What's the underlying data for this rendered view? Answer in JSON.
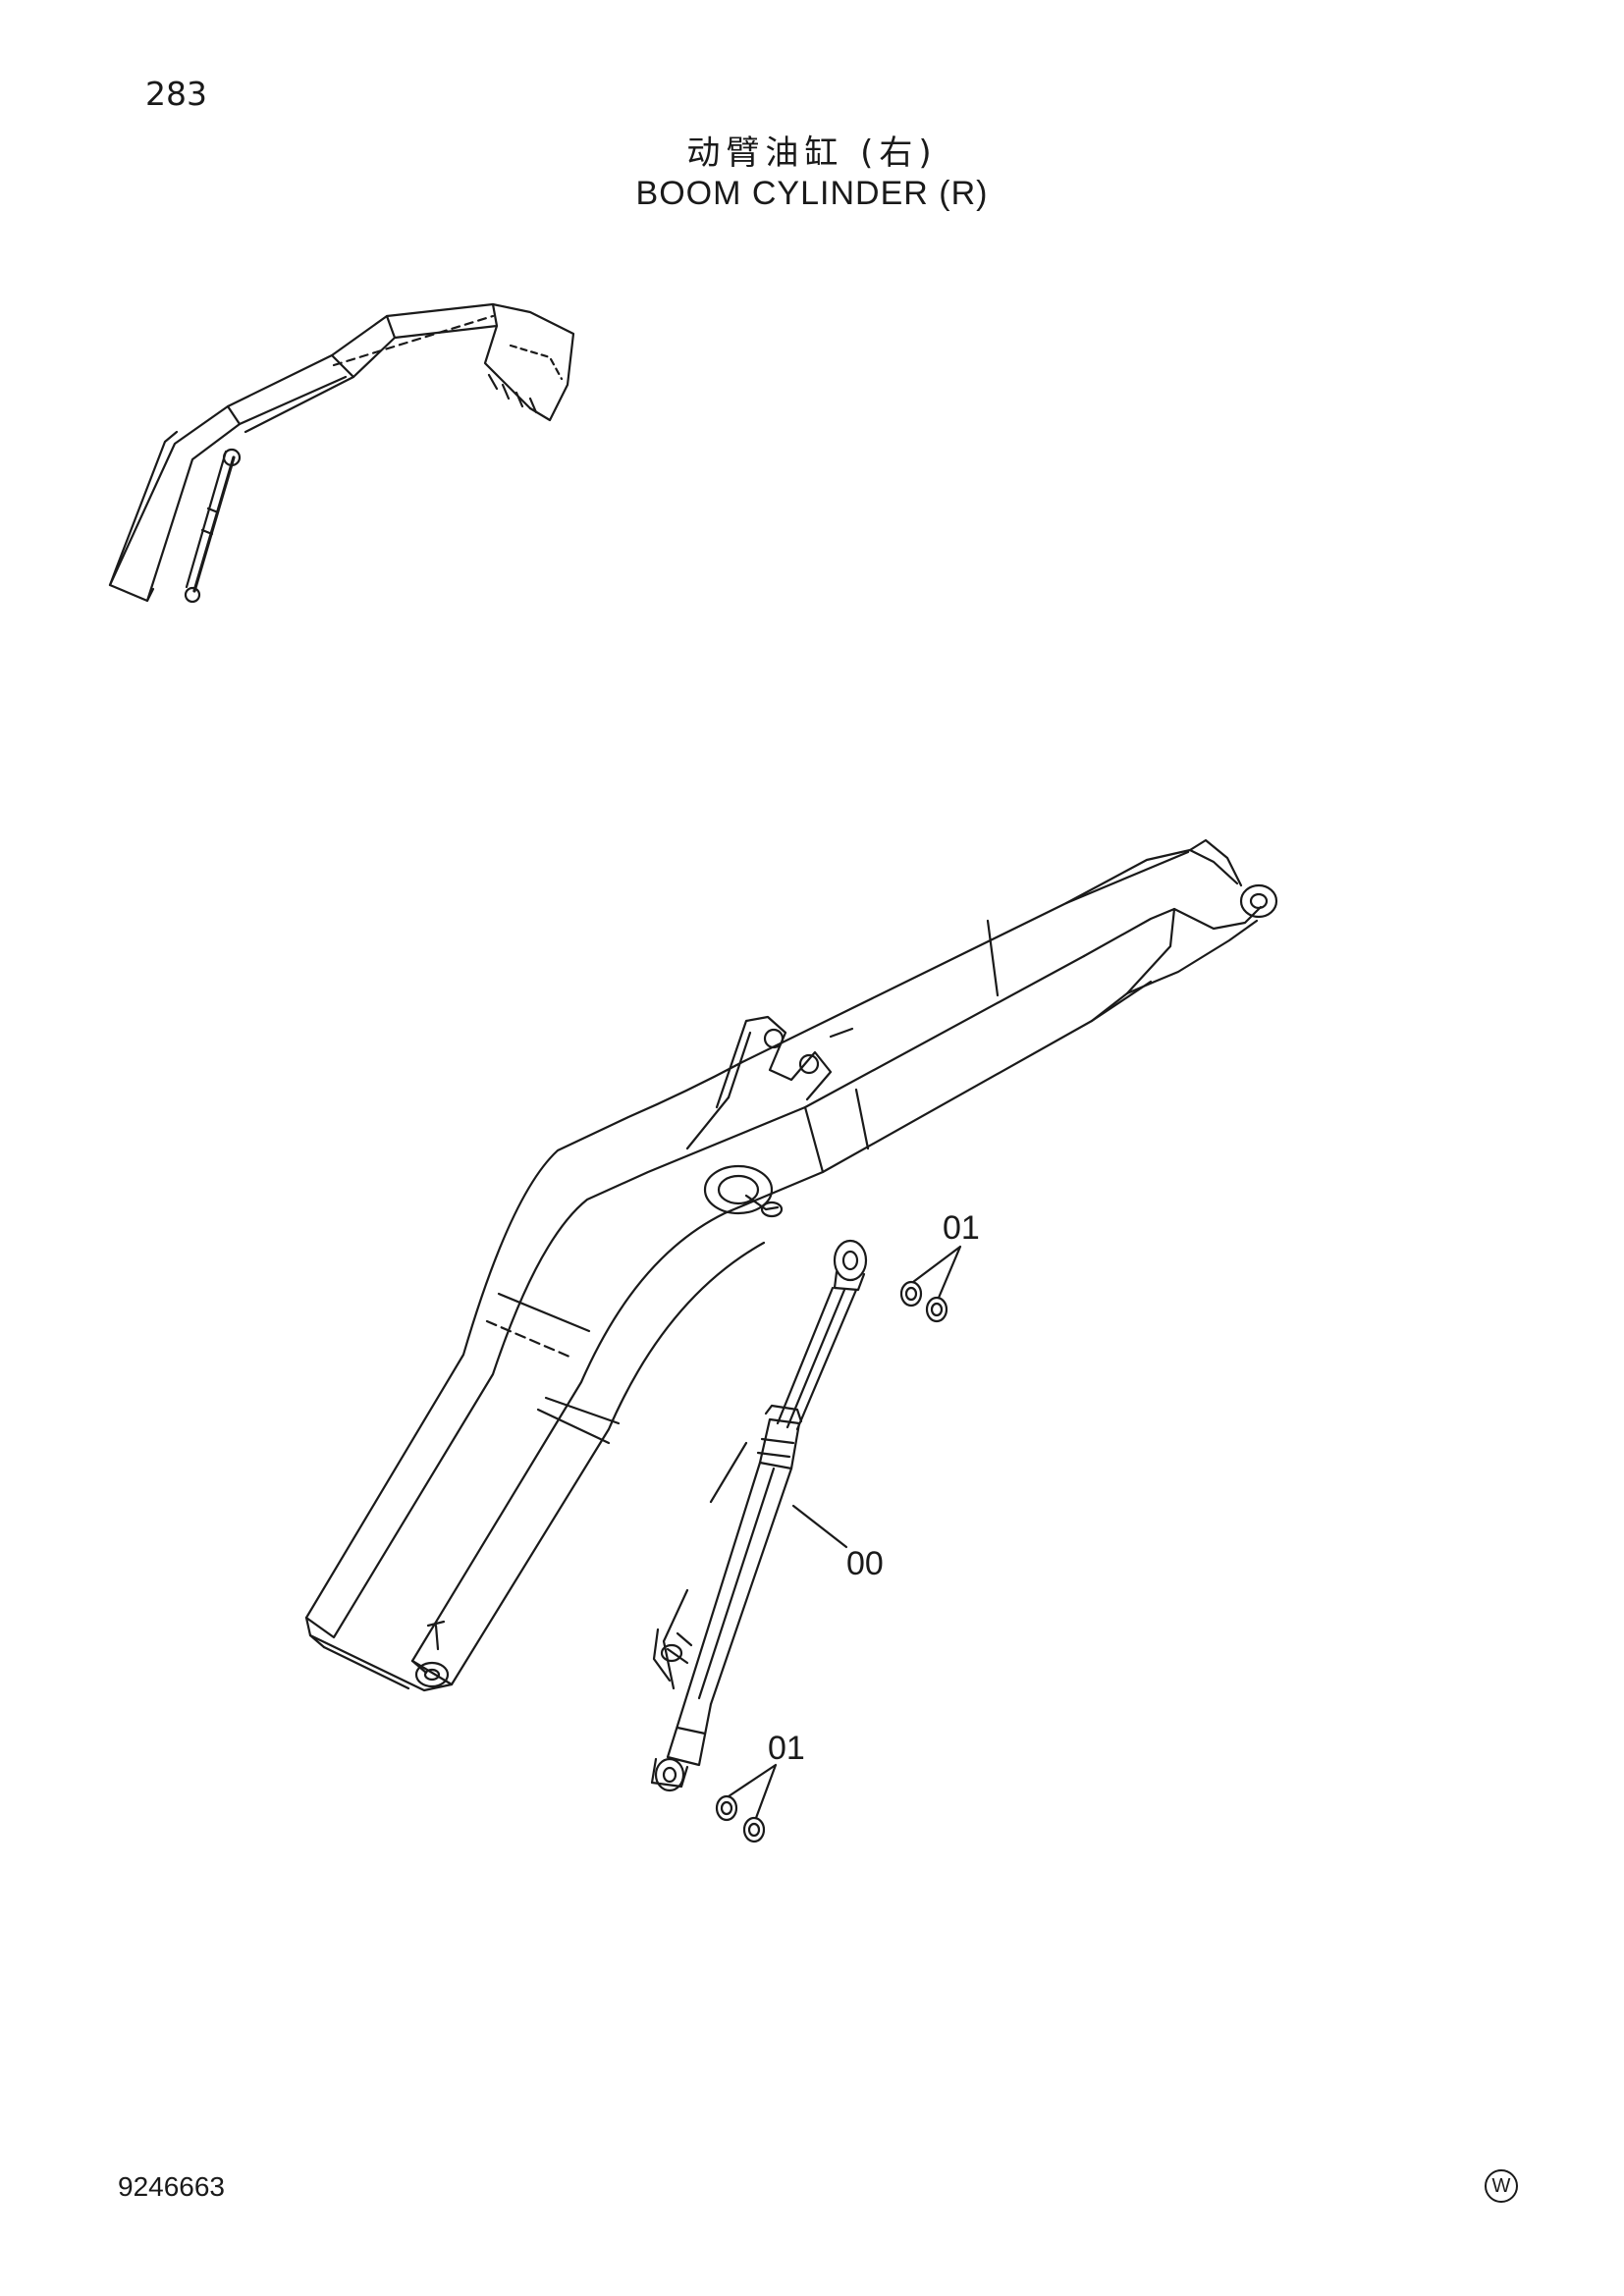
{
  "header": {
    "page_number": "283",
    "title_cn": "动臂油缸 (右)",
    "title_en": "BOOM CYLINDER (R)"
  },
  "callouts": [
    {
      "id": "upper-seal-callout",
      "text": "01"
    },
    {
      "id": "cylinder-callout",
      "text": "00"
    },
    {
      "id": "lower-seal-callout",
      "text": "01"
    }
  ],
  "footer": {
    "drawing_code": "9246663",
    "mark": "W"
  }
}
